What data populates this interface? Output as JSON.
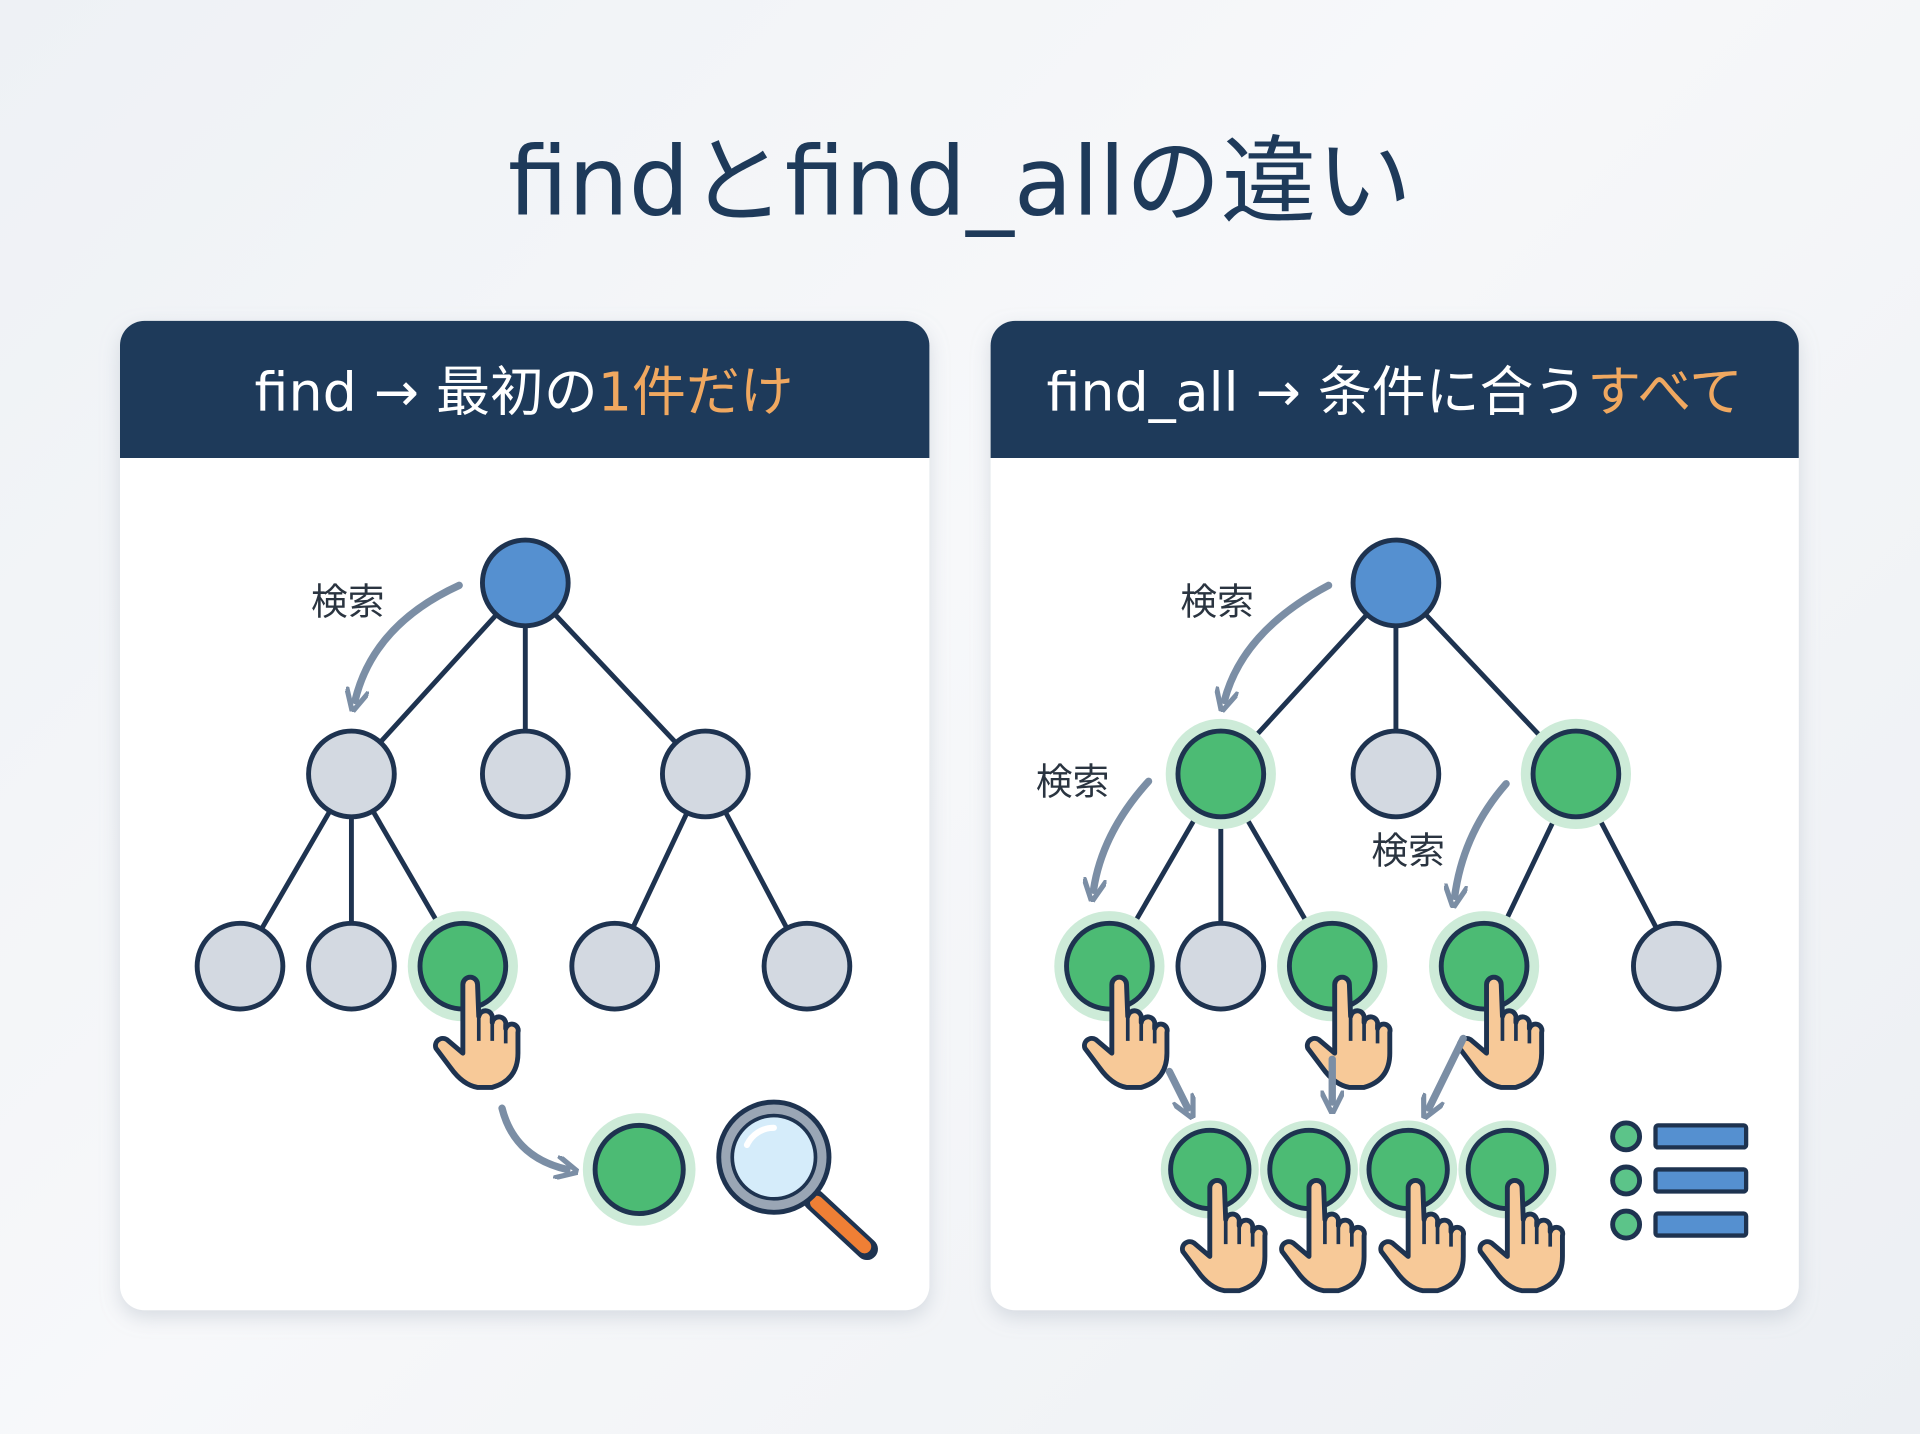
{
  "title": "findとfind_allの違い",
  "panels": [
    {
      "header_main": "find → 最初の",
      "header_highlight": "1件だけ",
      "search_labels": [
        "検索"
      ]
    },
    {
      "header_main": "find_all → 条件に合う",
      "header_highlight": "すべて",
      "search_labels": [
        "検索",
        "検索",
        "検索"
      ]
    }
  ],
  "colors": {
    "navy": "#1e3a5a",
    "highlight": "#f0a860",
    "match": "#4cbb74",
    "root": "#5590d0",
    "other": "#d3d9e1"
  }
}
